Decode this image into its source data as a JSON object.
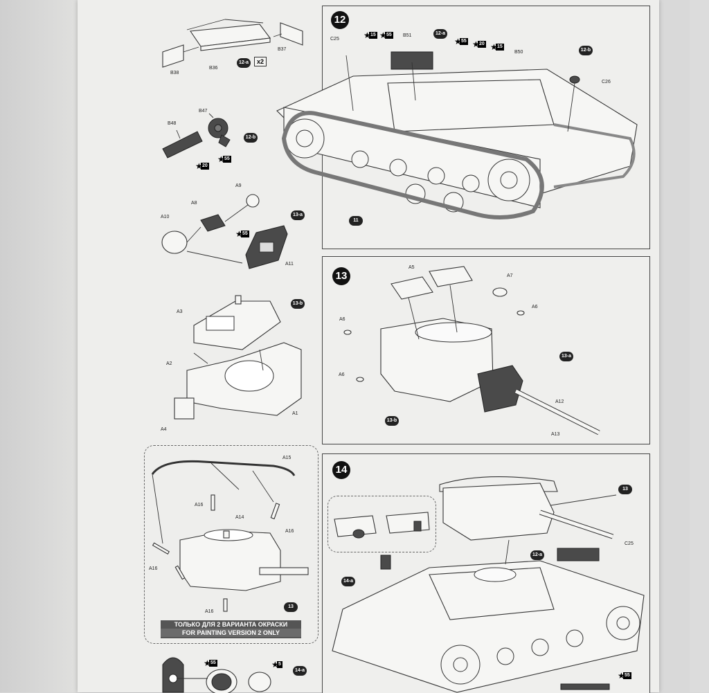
{
  "steps": {
    "s12": "12",
    "s13": "13",
    "s14": "14"
  },
  "subassemblies": {
    "a12a": "12-a",
    "a12b": "12-b",
    "a13a": "13-a",
    "a13b": "13-b",
    "a14a": "14-a"
  },
  "multiplier": "x2",
  "paint_codes": {
    "p15": "15",
    "p55": "55",
    "p20": "20",
    "p5": "5"
  },
  "part_labels": {
    "B36": "B36",
    "B37": "B37",
    "B38": "B38",
    "B47": "B47",
    "B48": "B48",
    "A8": "A8",
    "A9": "A9",
    "A10": "A10",
    "A11": "A11",
    "A1": "A1",
    "A2": "A2",
    "A3": "A3",
    "A4": "A4",
    "A14": "A14",
    "A15": "A15",
    "A16": "A16",
    "C25": "C25",
    "C26": "C26",
    "B50": "B50",
    "B51": "B51",
    "A5": "A5",
    "A6": "A6",
    "A7": "A7",
    "A12": "A12",
    "A13": "A13",
    "P11": "11",
    "P13": "13"
  },
  "banner": {
    "ru": "ТОЛЬКО ДЛЯ 2 ВАРИАНТА ОКРАСКИ",
    "en": "FOR PAINTING VERSION 2 ONLY"
  }
}
